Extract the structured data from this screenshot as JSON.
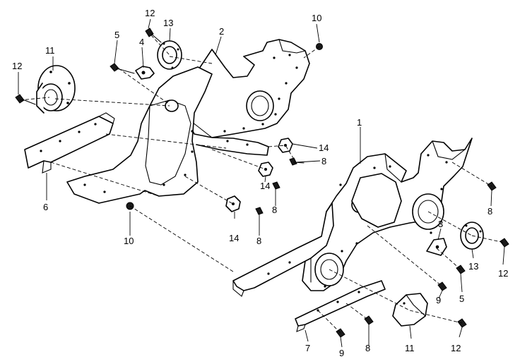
{
  "callouts": {
    "c1": "1",
    "c2": "2",
    "c3": "3",
    "c4": "4",
    "c5a": "5",
    "c5b": "5",
    "c6": "6",
    "c7": "7",
    "c8a": "8",
    "c8b": "8",
    "c8c": "8",
    "c8d": "8",
    "c8e": "8",
    "c9a": "9",
    "c9b": "9",
    "c10a": "10",
    "c10b": "10",
    "c11a": "11",
    "c11b": "11",
    "c12a": "12",
    "c12b": "12",
    "c12c": "12",
    "c12d": "12",
    "c13a": "13",
    "c13b": "13",
    "c14a": "14",
    "c14b": "14",
    "c14c": "14"
  }
}
